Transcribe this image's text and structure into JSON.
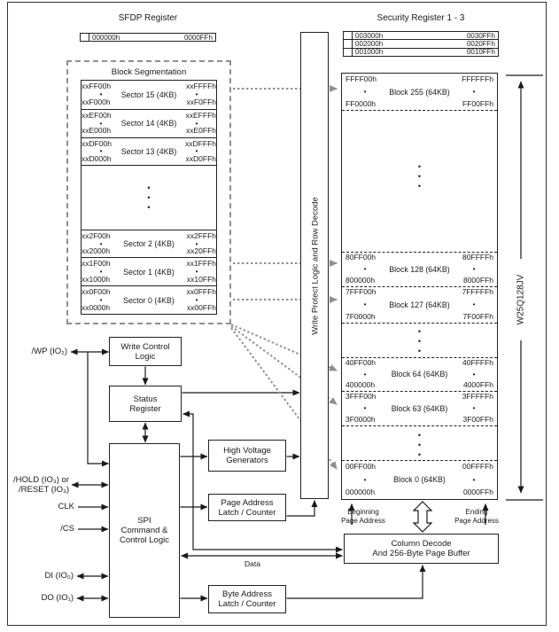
{
  "titles": {
    "sfdp": "SFDP Register",
    "security": "Security Register 1 - 3",
    "block_seg": "Block Segmentation",
    "wp_logic": "Write Protect Logic and Row Decode",
    "chip": "W25Q128JV"
  },
  "sfdp_row": {
    "start": "000000h",
    "end": "0000FFh"
  },
  "security": [
    {
      "start": "003000h",
      "end": "0030FFh"
    },
    {
      "start": "002000h",
      "end": "0020FFh"
    },
    {
      "start": "001000h",
      "end": "0010FFh"
    }
  ],
  "sectors": [
    {
      "tl": "xxFF00h",
      "bl": "xxF000h",
      "label": "Sector 15 (4KB)",
      "tr": "xxFFFFh",
      "br": "xxF0FFh"
    },
    {
      "tl": "xxEF00h",
      "bl": "xxE000h",
      "label": "Sector 14 (4KB)",
      "tr": "xxEFFFh",
      "br": "xxE0FFh"
    },
    {
      "tl": "xxDF00h",
      "bl": "xxD000h",
      "label": "Sector 13 (4KB)",
      "tr": "xxDFFFh",
      "br": "xxD0FFh"
    },
    {
      "tl": "xx2F00h",
      "bl": "xx2000h",
      "label": "Sector 2 (4KB)",
      "tr": "xx2FFFh",
      "br": "xx20FFh"
    },
    {
      "tl": "xx1F00h",
      "bl": "xx1000h",
      "label": "Sector 1 (4KB)",
      "tr": "xx1FFFh",
      "br": "xx10FFh"
    },
    {
      "tl": "xx0F00h",
      "bl": "xx0000h",
      "label": "Sector 0 (4KB)",
      "tr": "xx0FFFh",
      "br": "xx00FFh"
    }
  ],
  "blocks": [
    {
      "tl": "FFFF00h",
      "bl": "FF0000h",
      "label": "Block 255 (64KB)",
      "tr": "FFFFFFh",
      "br": "FF00FFh"
    },
    {
      "tl": "80FF00h",
      "bl": "800000h",
      "label": "Block 128 (64KB)",
      "tr": "80FFFFh",
      "br": "8000FFh"
    },
    {
      "tl": "7FFF00h",
      "bl": "7F0000h",
      "label": "Block 127 (64KB)",
      "tr": "7FFFFFh",
      "br": "7F00FFh"
    },
    {
      "tl": "40FF00h",
      "bl": "400000h",
      "label": "Block 64 (64KB)",
      "tr": "40FFFFh",
      "br": "4000FFh"
    },
    {
      "tl": "3FFF00h",
      "bl": "3F0000h",
      "label": "Block 63 (64KB)",
      "tr": "3FFFFFh",
      "br": "3F00FFh"
    },
    {
      "tl": "00FF00h",
      "bl": "000000h",
      "label": "Block 0 (64KB)",
      "tr": "00FFFFh",
      "br": "0000FFh"
    }
  ],
  "boxes": {
    "write_control": "Write Control\nLogic",
    "status": "Status\nRegister",
    "high_voltage": "High Voltage\nGenerators",
    "page_addr": "Page Address\nLatch / Counter",
    "spi": "SPI\nCommand &\nControl Logic",
    "byte_addr": "Byte Address\nLatch / Counter",
    "col_decode": "Column Decode\nAnd 256-Byte Page Buffer"
  },
  "signals": {
    "wp": "/WP (IO₂)",
    "hold": "/HOLD (IO₃) or\n/RESET (IO₃)",
    "clk": "CLK",
    "cs": "/CS",
    "di": "DI (IO₀)",
    "do": "DO (IO₁)"
  },
  "labels": {
    "data": "Data",
    "begin": "Beginning\nPage Address",
    "ending": "Ending\nPage Address"
  },
  "glyphs": {
    "dot": "•",
    "vdots": "•\n•\n•"
  },
  "colors": {
    "line": "#1a1a1a",
    "dashed_connector": "#8f8f8f",
    "background": "#ffffff"
  }
}
